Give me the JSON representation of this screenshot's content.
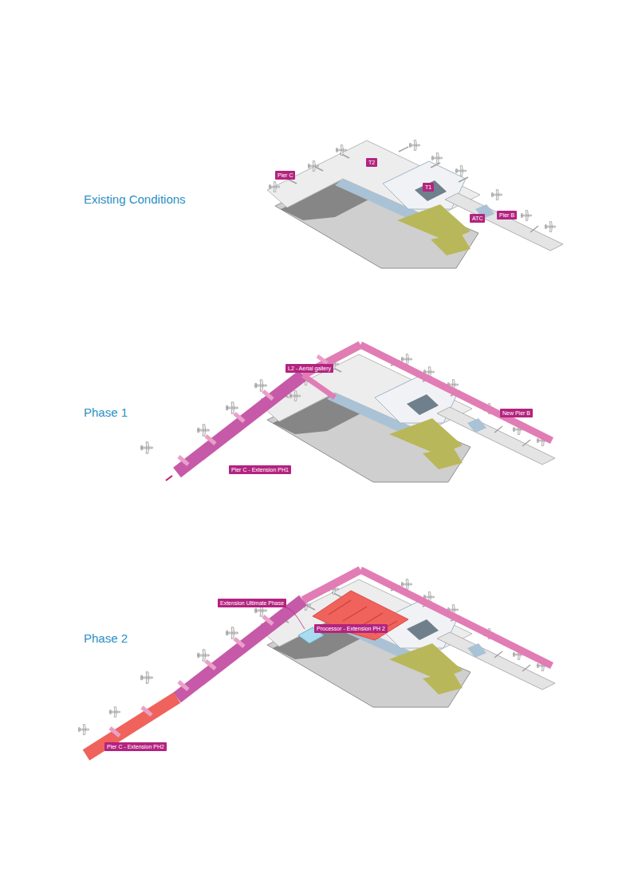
{
  "diagram": {
    "nodes": [
      {
        "text": [
          "Pier C"
        ]
      },
      {
        "text": [
          "T2"
        ]
      },
      {
        "text": [
          "T1"
        ]
      },
      {
        "text": [
          "ATC"
        ]
      },
      {
        "text": [
          "Pier B"
        ]
      },
      {
        "text": [
          "L2 - Aerial gallery"
        ]
      },
      {
        "text": [
          "New Pier B"
        ]
      },
      {
        "text": [
          "Pier C - Extension PH1"
        ]
      },
      {
        "text": [
          "Extension Ultimate Phase"
        ]
      },
      {
        "text": [
          "Processor - Extension PH 2"
        ]
      },
      {
        "text": [
          "Pier C - Extension PH2"
        ]
      }
    ],
    "labels": [
      "Existing Conditions",
      "Phase 1",
      "Phase 2"
    ]
  }
}
